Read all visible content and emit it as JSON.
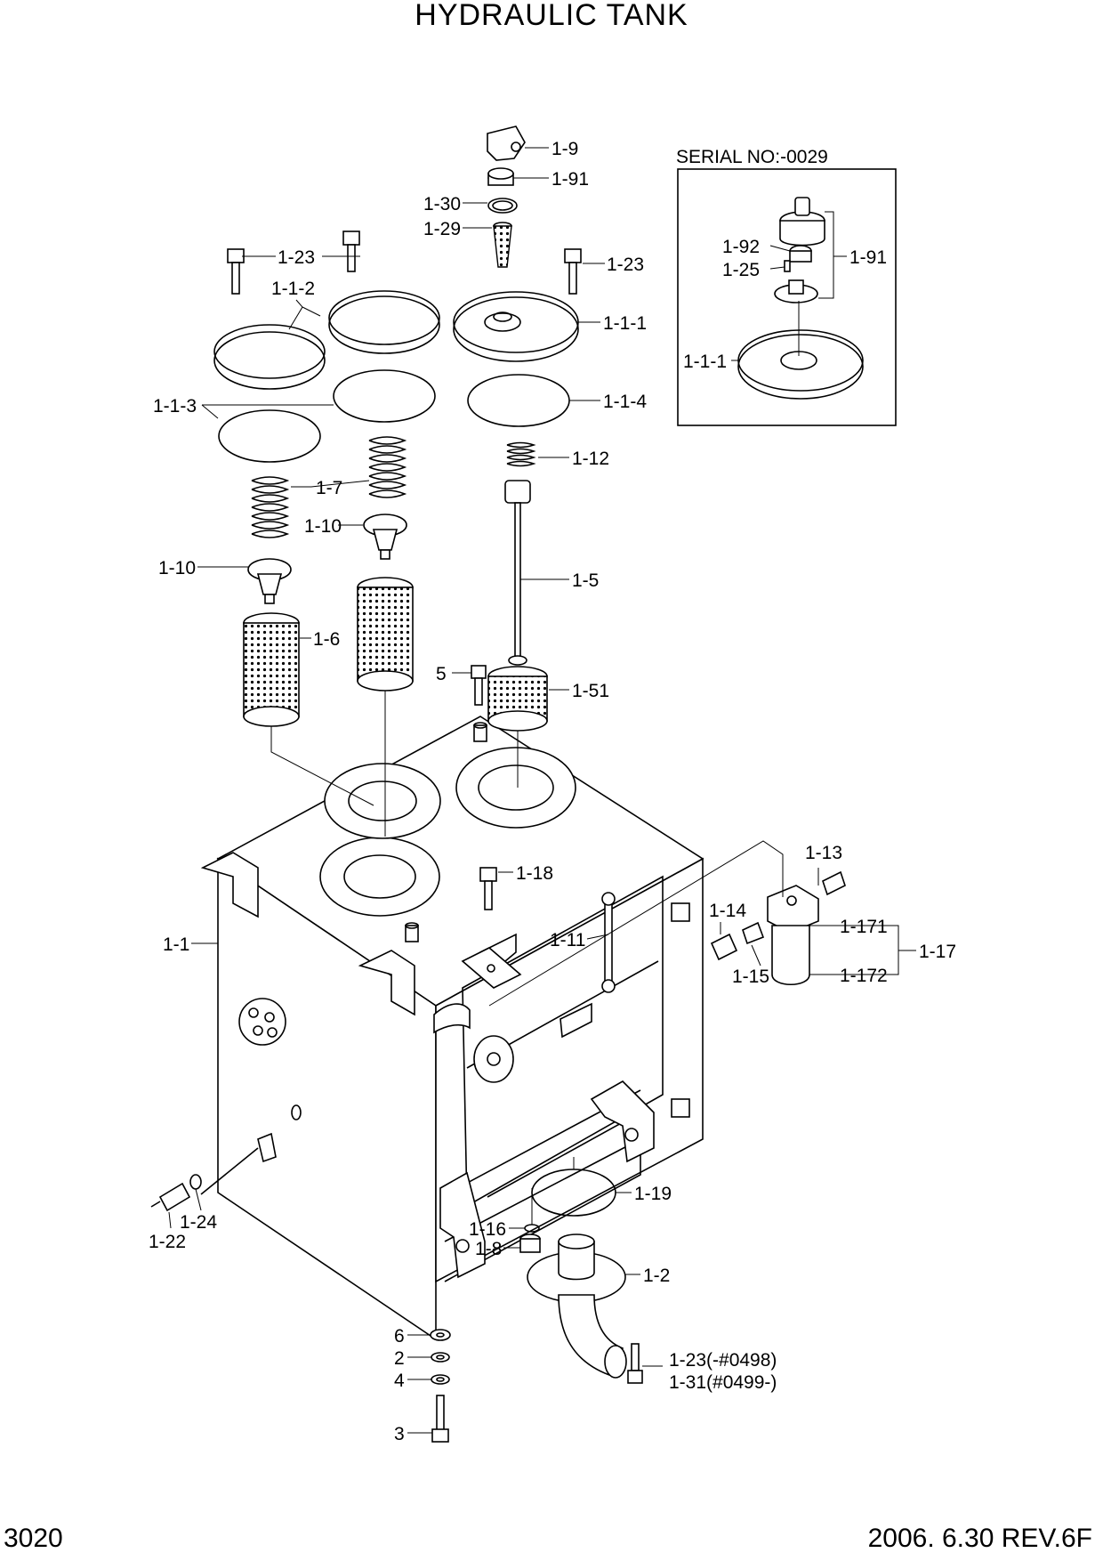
{
  "title": "HYDRAULIC TANK",
  "page_number": "3020",
  "date_rev": "2006. 6.30  REV.6F",
  "inset_title": "SERIAL NO:-0029",
  "labels": {
    "p1_9": "1-9",
    "p1_91": "1-91",
    "p1_30": "1-30",
    "p1_29": "1-29",
    "p1_23a": "1-23",
    "p1_23b": "1-23",
    "p1_1_2": "1-1-2",
    "p1_1_1": "1-1-1",
    "p1_1_3": "1-1-3",
    "p1_1_4": "1-1-4",
    "p1_12": "1-12",
    "p1_7": "1-7",
    "p1_10a": "1-10",
    "p1_10b": "1-10",
    "p1_5": "1-5",
    "p1_6": "1-6",
    "p5": "5",
    "p1_51": "1-51",
    "p1_13": "1-13",
    "p1_18": "1-18",
    "p1_14": "1-14",
    "p1_11": "1-11",
    "p1_171": "1-171",
    "p1_17": "1-17",
    "p1_172": "1-172",
    "p1_15": "1-15",
    "p1_1": "1-1",
    "p1_19": "1-19",
    "p1_16": "1-16",
    "p1_8": "1-8",
    "p1_2": "1-2",
    "p1_24": "1-24",
    "p1_22": "1-22",
    "p6": "6",
    "p2": "2",
    "p4": "4",
    "p3": "3",
    "p1_23_0498": "1-23(-#0498)",
    "p1_31_0499": "1-31(#0499-)",
    "inset_1_92": "1-92",
    "inset_1_25": "1-25",
    "inset_1_91": "1-91",
    "inset_1_1_1": "1-1-1"
  }
}
